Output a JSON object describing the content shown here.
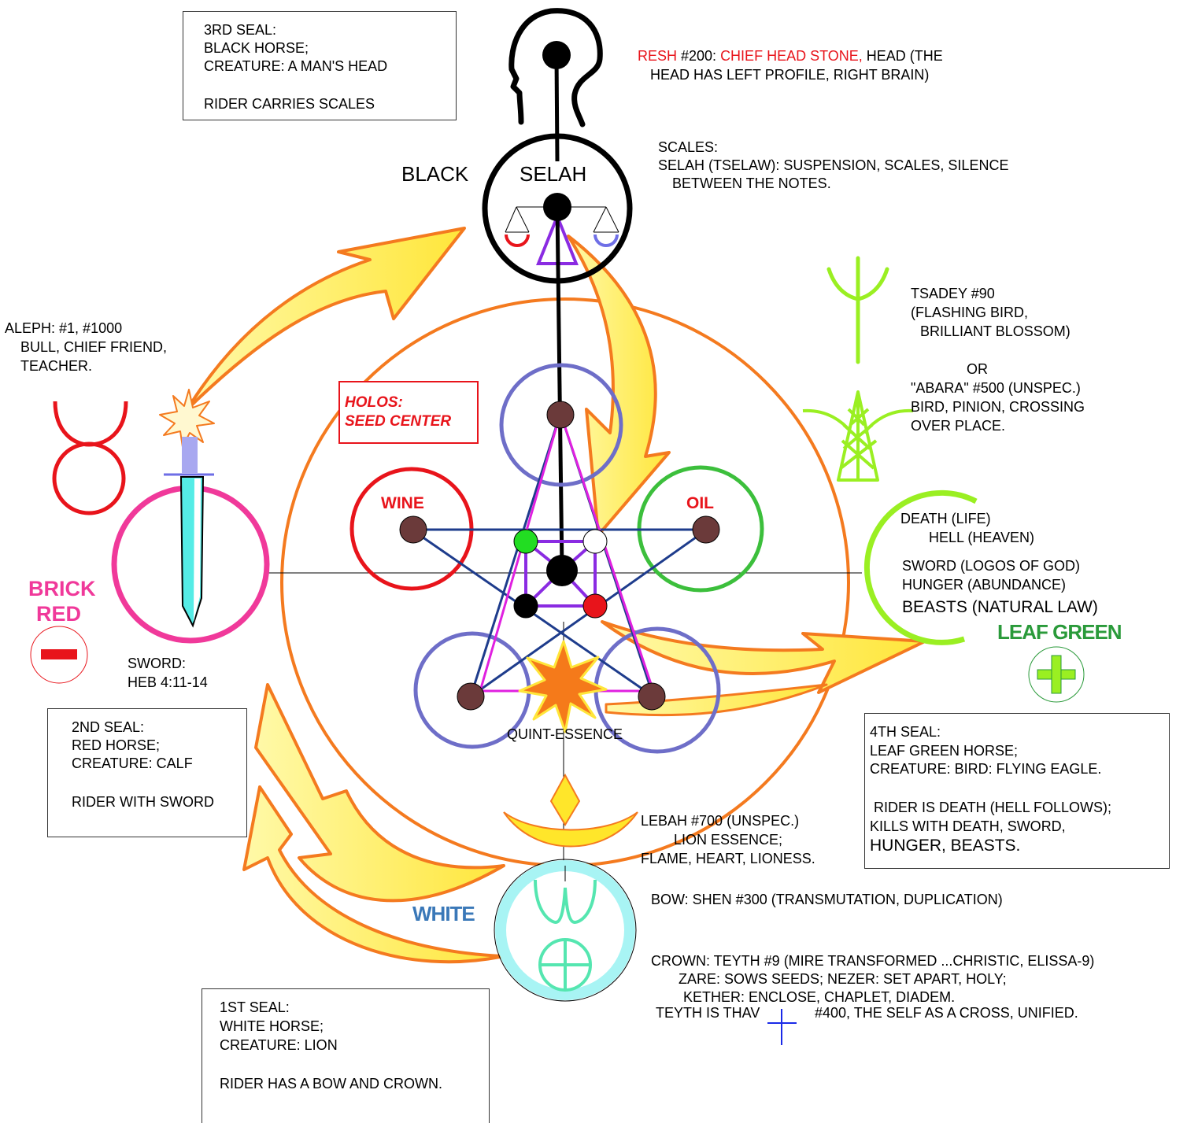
{
  "seals": {
    "third": {
      "lines": [
        "3RD SEAL:",
        "BLACK HORSE;",
        "CREATURE: A MAN'S HEAD",
        "",
        "RIDER CARRIES SCALES"
      ]
    },
    "second": {
      "lines": [
        "2ND SEAL:",
        "RED HORSE;",
        "CREATURE: CALF",
        "",
        "RIDER WITH SWORD"
      ]
    },
    "fourth": {
      "lines": [
        "4TH SEAL:",
        "LEAF GREEN HORSE;",
        "CREATURE: BIRD: FLYING EAGLE.",
        "",
        " RIDER IS DEATH (HELL FOLLOWS);",
        "KILLS WITH DEATH, SWORD,"
      ],
      "big_line": "HUNGER, BEASTS."
    },
    "first": {
      "lines": [
        "1ST SEAL:",
        "WHITE HORSE;",
        "CREATURE: LION",
        "",
        "RIDER HAS A BOW AND CROWN."
      ]
    }
  },
  "resh": {
    "prefix": "RESH",
    "number": " #200: ",
    "chief": "CHIEF HEAD STONE,",
    "rest": " HEAD (THE",
    "line2": "HEAD HAS LEFT PROFILE, RIGHT BRAIN)"
  },
  "scales": {
    "line1": "SCALES:",
    "line2": "SELAH (TSELAW): SUSPENSION, SCALES, SILENCE",
    "line3": "BETWEEN THE NOTES."
  },
  "labels": {
    "black": "BLACK",
    "selah": "SELAH",
    "brick": "BRICK",
    "red": "RED",
    "leaf_green": "LEAF GREEN",
    "white": "WHITE",
    "wine": "WINE",
    "oil": "OIL",
    "quint": "QUINT-ESSENCE",
    "holos1": "HOLOS:",
    "holos2": "SEED CENTER"
  },
  "aleph": {
    "line1": "ALEPH: #1, #1000",
    "line2": "BULL, CHIEF FRIEND,",
    "line3": "TEACHER."
  },
  "sword_ref": {
    "line1": "SWORD:",
    "line2": "HEB 4:11-14"
  },
  "tsadey": {
    "line1": "TSADEY #90",
    "line2": "(FLASHING BIRD,",
    "line3": "BRILLIANT BLOSSOM)",
    "or": "OR",
    "line4": "\"ABARA\" #500 (UNSPEC.)",
    "line5": "BIRD, PINION, CROSSING",
    "line6": "OVER PLACE."
  },
  "death": {
    "line1": "DEATH (LIFE)",
    "line2": "HELL   (HEAVEN)",
    "line3": "SWORD (LOGOS OF GOD)",
    "line4": "HUNGER (ABUNDANCE)",
    "line5": "BEASTS (NATURAL LAW)"
  },
  "lebah": {
    "line1": "LEBAH #700 (UNSPEC.)",
    "line2": "LION ESSENCE;",
    "line3": "FLAME, HEART, LIONESS."
  },
  "bow": "BOW: SHEN #300 (TRANSMUTATION, DUPLICATION)",
  "crown": {
    "line1": "CROWN: TEYTH #9 (MIRE TRANSFORMED ...CHRISTIC, ELISSA-9)",
    "line2": "ZARE: SOWS SEEDS; NEZER: SET APART, HOLY;",
    "line3": "KETHER: ENCLOSE, CHAPLET, DIADEM."
  },
  "teyth": {
    "part1": "TEYTH IS THAV",
    "part2": "#400, THE SELF AS A CROSS, UNIFIED."
  },
  "colors": {
    "black": "#000000",
    "red": "#e8141b",
    "pink": "#f0399a",
    "green": "#2a9a3a",
    "lime": "#9aef22",
    "orange": "#f47a1f",
    "yellow": "#fff26b",
    "purple": "#7070c8",
    "navy": "#1e3c8c",
    "magenta": "#e020e0",
    "cyan": "#9ef2f2",
    "teal": "#55e6b0",
    "brown": "#6b3a3a",
    "white_label": "#3a78b8"
  }
}
